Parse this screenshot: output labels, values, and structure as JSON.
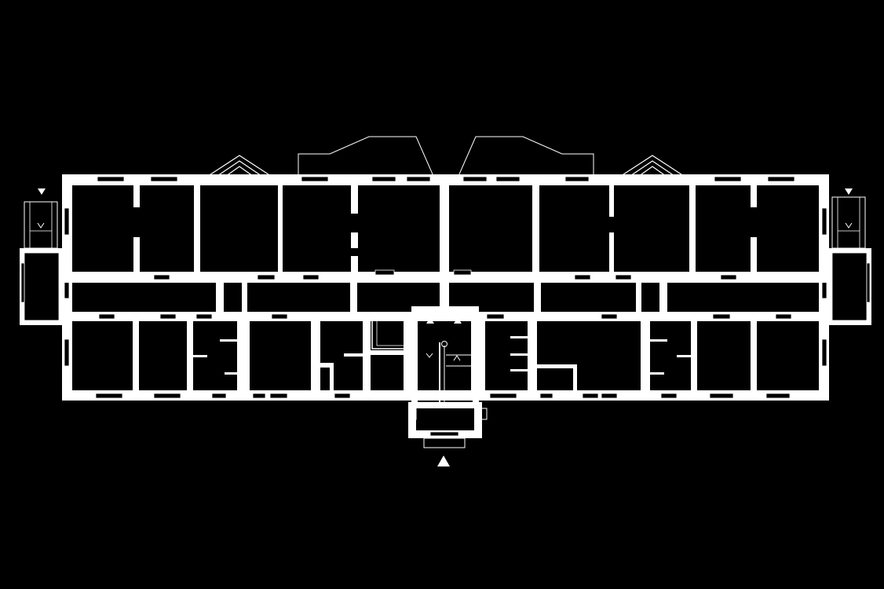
{
  "diagram": {
    "kind": "floor-plan",
    "colors": {
      "background": "#000000",
      "wall": "#ffffff",
      "line": "#ffffff"
    },
    "icons": {
      "entrance_marker": "triangle-up",
      "side_entrance_marker": "triangle-down",
      "stair_direction": "chevron"
    }
  }
}
